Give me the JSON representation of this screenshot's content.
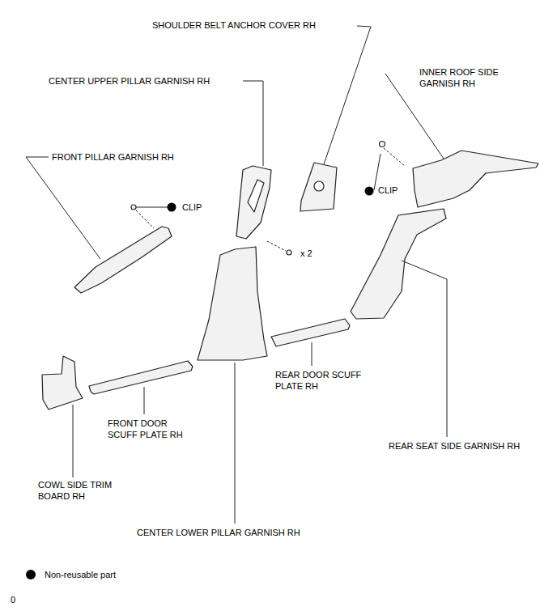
{
  "diagram": {
    "labels": [
      "SHOULDER BELT ANCHOR COVER RH",
      "CENTER UPPER PILLAR GARNISH RH",
      "INNER ROOF SIDE GARNISH RH",
      "FRONT PILLAR GARNISH RH",
      "CLIP",
      "CLIP",
      "x 2",
      "REAR DOOR SCUFF PLATE RH",
      "FRONT DOOR SCUFF PLATE RH",
      "REAR SEAT SIDE GARNISH RH",
      "COWL SIDE TRIM BOARD RH",
      "CENTER LOWER PILLAR GARNISH RH",
      "0"
    ],
    "legend": [
      {
        "text": "Non-reusable part"
      }
    ]
  }
}
